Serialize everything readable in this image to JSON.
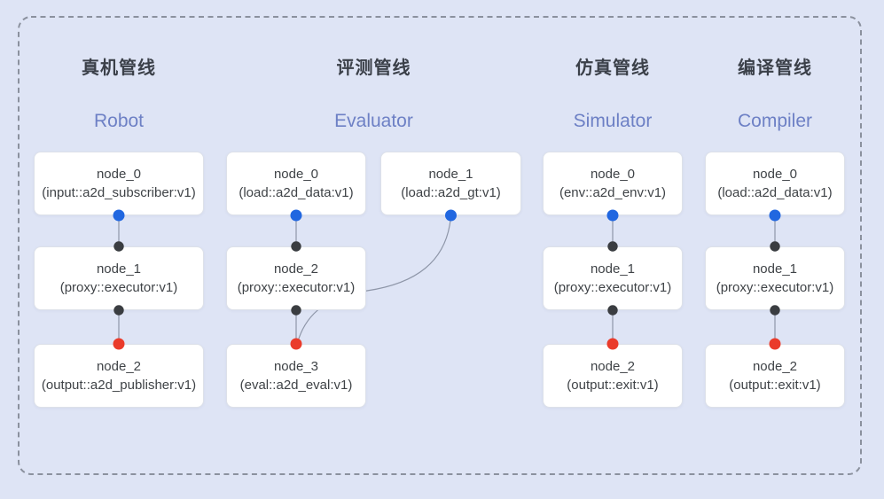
{
  "colors": {
    "background": "#dee4f5",
    "frame_dash": "#8b919e",
    "box_background": "#ffffff",
    "box_border": "#dde1e9",
    "edge_line": "#8e96a8",
    "title_zh_text": "#3b4049",
    "title_en_text": "#6d80c5",
    "port_dot_blue": "#2167e0",
    "port_dot_dark": "#3a3d41",
    "port_dot_red": "#ea3b2b"
  },
  "pipelines": [
    {
      "title_zh": "真机管线",
      "title_en": "Robot",
      "nodes": [
        {
          "name": "node_0",
          "type": "(input::a2d_subscriber:v1)"
        },
        {
          "name": "node_1",
          "type": "(proxy::executor:v1)"
        },
        {
          "name": "node_2",
          "type": "(output::a2d_publisher:v1)"
        }
      ]
    },
    {
      "title_zh": "评测管线",
      "title_en": "Evaluator",
      "nodes": [
        {
          "name": "node_0",
          "type": "(load::a2d_data:v1)"
        },
        {
          "name": "node_1",
          "type": "(load::a2d_gt:v1)"
        },
        {
          "name": "node_2",
          "type": "(proxy::executor:v1)"
        },
        {
          "name": "node_3",
          "type": "(eval::a2d_eval:v1)"
        }
      ]
    },
    {
      "title_zh": "仿真管线",
      "title_en": "Simulator",
      "nodes": [
        {
          "name": "node_0",
          "type": "(env::a2d_env:v1)"
        },
        {
          "name": "node_1",
          "type": "(proxy::executor:v1)"
        },
        {
          "name": "node_2",
          "type": "(output::exit:v1)"
        }
      ]
    },
    {
      "title_zh": "编译管线",
      "title_en": "Compiler",
      "nodes": [
        {
          "name": "node_0",
          "type": "(load::a2d_data:v1)"
        },
        {
          "name": "node_1",
          "type": "(proxy::executor:v1)"
        },
        {
          "name": "node_2",
          "type": "(output::exit:v1)"
        }
      ]
    }
  ]
}
